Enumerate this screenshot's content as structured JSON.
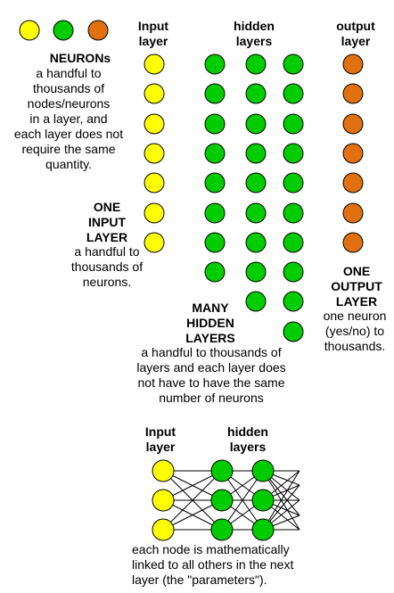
{
  "colors": {
    "input": "#ffff00",
    "hidden": "#00cc00",
    "output": "#e07010",
    "stroke": "#000000"
  },
  "legend": {
    "title": "NEURONs",
    "lines": [
      "a handful to",
      "thousands of",
      "nodes/neurons",
      "in a layer, and",
      "each layer does not",
      "require the same",
      "quantity."
    ]
  },
  "headers": {
    "input": [
      "Input",
      "layer"
    ],
    "hidden": [
      "hidden",
      "layers"
    ],
    "output": [
      "output",
      "layer"
    ]
  },
  "input_block": {
    "title": [
      "ONE",
      "INPUT",
      "LAYER"
    ],
    "lines": [
      "a handful to",
      "thousands of",
      "neurons."
    ]
  },
  "hidden_block": {
    "title": [
      "MANY",
      "HIDDEN",
      "LAYERS"
    ],
    "lines": [
      "a handful to thousands of",
      "layers and each layer does",
      "not have to have the same",
      "number of neurons"
    ]
  },
  "output_block": {
    "title": [
      "ONE",
      "OUTPUT",
      "LAYER"
    ],
    "lines": [
      "one neuron",
      "(yes/no) to",
      "thousands."
    ]
  },
  "bottom": {
    "headers": {
      "input": [
        "Input",
        "layer"
      ],
      "hidden": [
        "hidden",
        "layers"
      ]
    },
    "caption": [
      "each node is mathematically",
      "linked to all others in the next",
      "layer (the \"parameters\")."
    ]
  }
}
